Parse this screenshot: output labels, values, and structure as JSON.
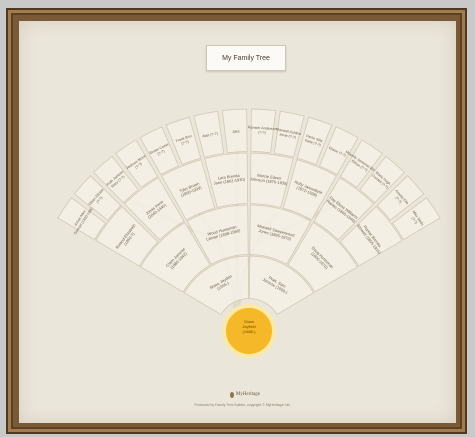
{
  "title": "My Family Tree",
  "root": {
    "line1": "Shaw",
    "line2": "Jayfield",
    "line3": "(1988-)"
  },
  "generations": [
    {
      "names": [
        "Shaw, Jayden (1955-)",
        "Pratt, Sam Jamese (1950-)"
      ]
    },
    {
      "names": [
        "Claim Jamese (1880-1942)",
        "Wood Huntsman Lamari (1898-1960)",
        "Maxwell Sawyerwood Jones (1895-1970)",
        "Doug Huntsman (1900-1970)"
      ]
    },
    {
      "names": [
        "Ruland Elizabeth (1850-?)",
        "Jonas Irene (1840-1940)",
        "Tyler Brown (1860-1930)",
        "Lara Brenda Jane (1862-1930)",
        "Marcie Eileen Johnson (1870-1935)",
        "Ruby Jamesbyte (1872-1938)",
        "Day Elena Williams Raines (1860-1940)",
        "Ramar Brenda Stewart (1855-1915)"
      ]
    },
    {
      "names": [
        "Jonas Allen Samuel (1820-1880)",
        "Olsen Elloise (?-?)",
        "Ruth Jamese Mary (?-?)",
        "Jackson Moon (?-?)",
        "Brown Carter (?-?)",
        "Frank Brio (?-?)",
        "Abel (?-?)",
        "Jaks",
        "Ramser Anderson (?-?)",
        "Maxwell Ashline Irene (?-?)",
        "Parke Silla Katie (?-?)",
        "Elaine (?-?)",
        "Moorely Jameson Blake Elinas (?-?)",
        "Marie Hugh Cordell (?-?)",
        "Amelia Ella (?-?)",
        "Mike Wells (?-?)"
      ]
    }
  ],
  "footer": {
    "logo": "MyHeritage",
    "credit": "Produced by Family Tree Builder, copyright © MyHeritage Ltd."
  },
  "colors": {
    "frame": "#7a5a36",
    "paper": "#ebe6da",
    "card_fill": "#f4f0e6",
    "card_stroke": "#d2c8b4",
    "root_fill": "#f4b829",
    "text": "#6b5e48"
  }
}
